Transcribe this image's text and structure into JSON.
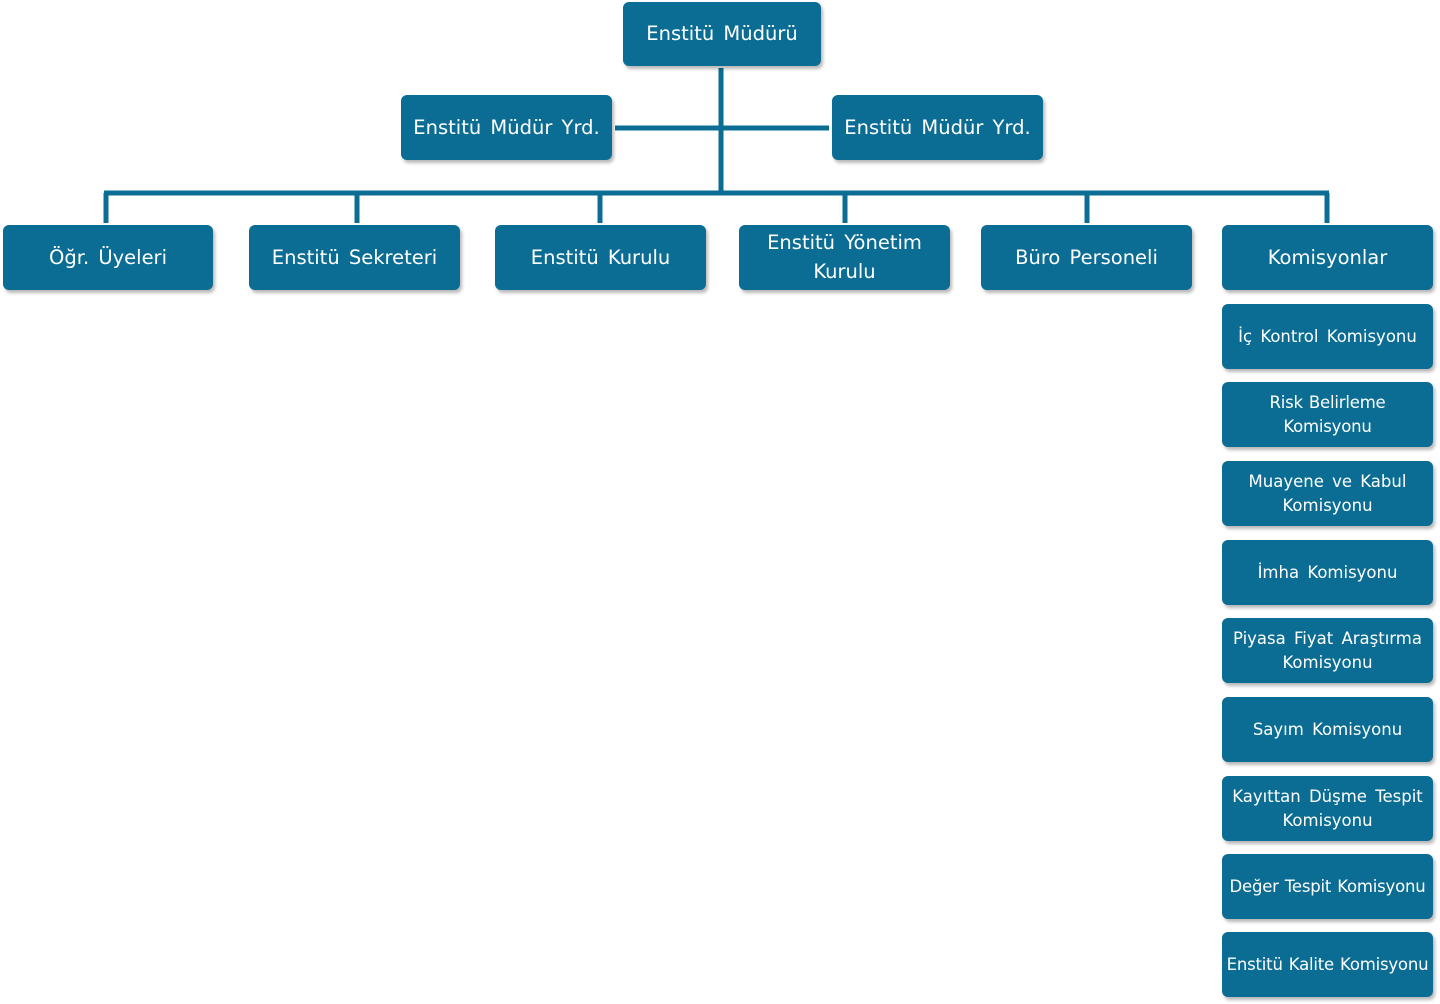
{
  "colors": {
    "box": "#0b6d93",
    "line": "#0b6d93",
    "text": "#ffffff",
    "background": "#ffffff"
  },
  "director": "Enstitü Müdürü",
  "deputies": [
    "Enstitü Müdür Yrd.",
    "Enstitü Müdür Yrd."
  ],
  "units": [
    "Öğr. Üyeleri",
    "Enstitü Sekreteri",
    "Enstitü Kurulu",
    "Enstitü Yönetim Kurulu",
    "Büro Personeli",
    "Komisyonlar"
  ],
  "commissions": [
    "İç Kontrol Komisyonu",
    "Risk Belirleme Komisyonu",
    "Muayene ve Kabul Komisyonu",
    "İmha Komisyonu",
    "Piyasa Fiyat Araştırma Komisyonu",
    "Sayım Komisyonu",
    "Kayıttan Düşme Tespit Komisyonu",
    "Değer Tespit Komisyonu",
    "Enstitü Kalite Komisyonu"
  ]
}
